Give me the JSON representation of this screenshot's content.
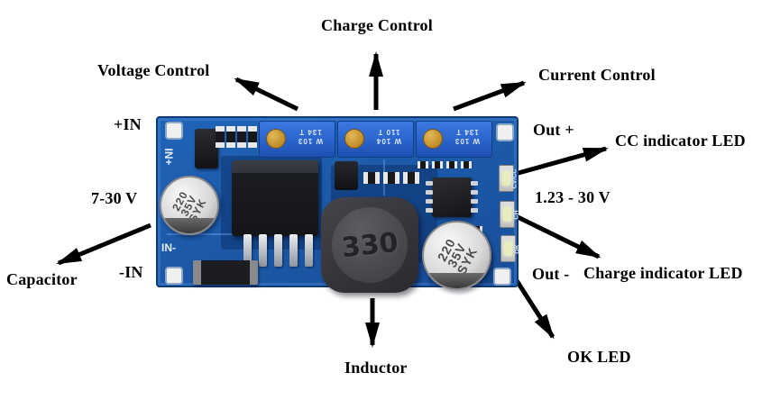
{
  "annotations": {
    "charge_control": "Charge Control",
    "voltage_control": "Voltage Control",
    "current_control": "Current Control",
    "in_plus": "+IN",
    "input_voltage_range": "7-30 V",
    "capacitor": "Capacitor",
    "in_minus": "-IN",
    "inductor": "Inductor",
    "out_plus": "Out +",
    "cc_indicator_led": "CC indicator LED",
    "output_voltage_range": "1.23 - 30 V",
    "out_minus": "Out -",
    "charge_indicator_led": "Charge indicator LED",
    "ok_led": "OK LED"
  },
  "board": {
    "silkscreen": {
      "input_positive": "IN+",
      "input_negative": "IN-",
      "led_cc_cv": "CV/CC",
      "led_charge": "CH",
      "led_ok": "OK"
    },
    "trimpots": [
      {
        "line1": "W 103",
        "line2": "134 T"
      },
      {
        "line1": "W 104",
        "line2": "110 T"
      },
      {
        "line1": "W 103",
        "line2": "134 T"
      }
    ],
    "inductor_marking": "330",
    "capacitor_marking": {
      "line1": "220",
      "line2": "35V",
      "line3": "SYK"
    }
  },
  "colors": {
    "board_blue": "#1d5aa9",
    "trimpot_blue": "#2a63cc",
    "screw_gold": "#c08c27",
    "arrow_black": "#000000",
    "led_glow": "#e9edbd"
  }
}
